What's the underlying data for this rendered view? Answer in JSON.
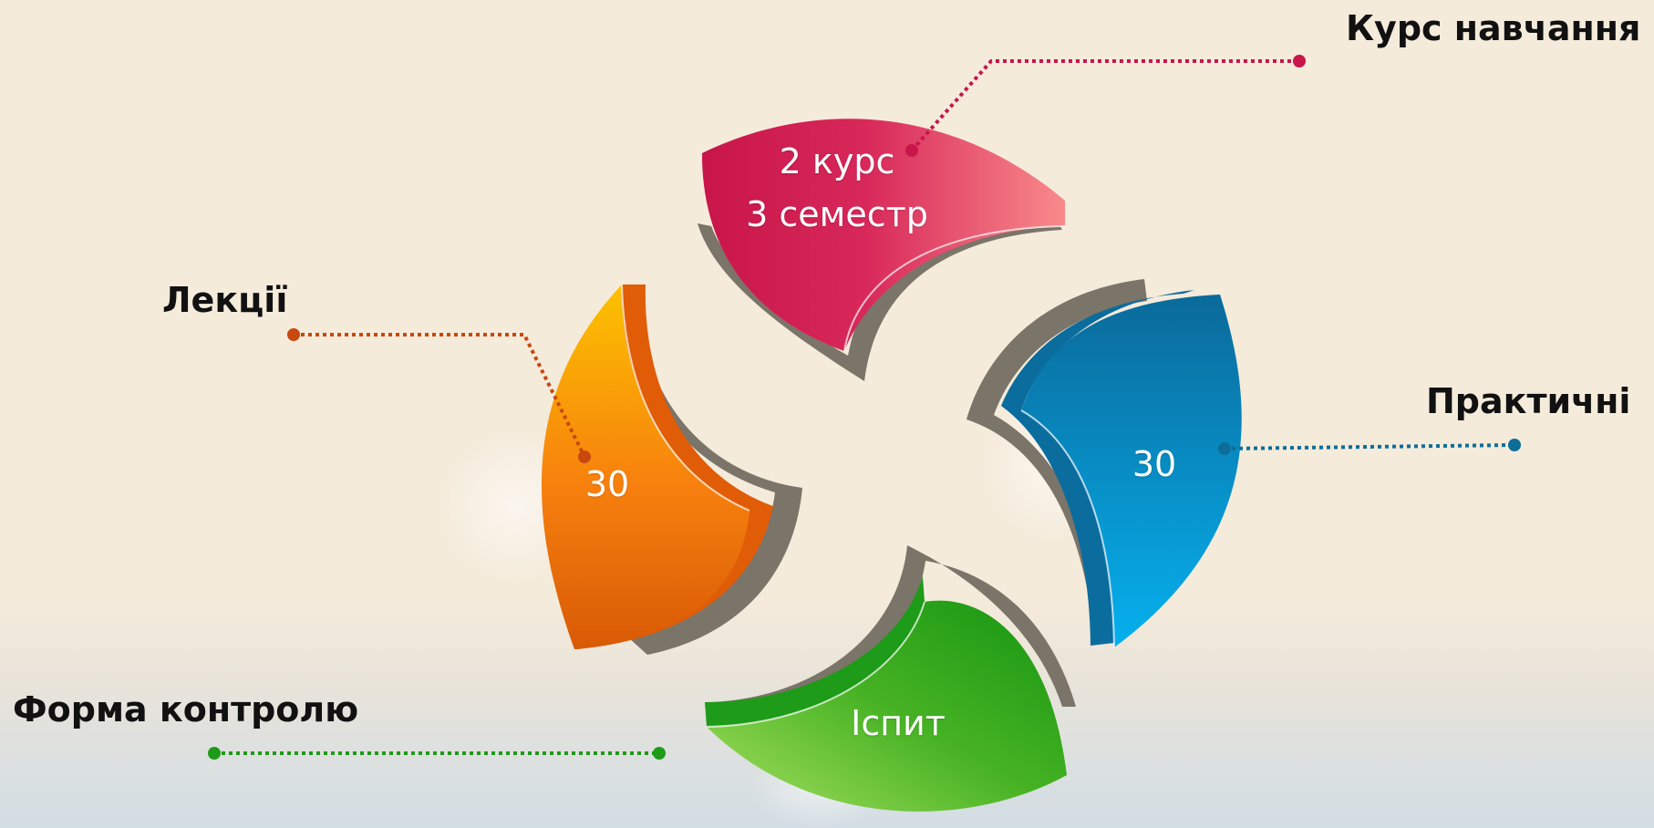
{
  "segments": [
    {
      "id": "course",
      "label": "Курс навчання",
      "value_lines": [
        "2 курс",
        "3 семестр"
      ],
      "color": "#c8154a"
    },
    {
      "id": "lectures",
      "label": "Лекції",
      "value_lines": [
        "30"
      ],
      "color": "#f47a10"
    },
    {
      "id": "practice",
      "label": "Практичні",
      "value_lines": [
        "30"
      ],
      "color": "#0a7fc0"
    },
    {
      "id": "control",
      "label": "Форма контролю",
      "value_lines": [
        "Іспит"
      ],
      "color": "#2aa41a"
    }
  ]
}
